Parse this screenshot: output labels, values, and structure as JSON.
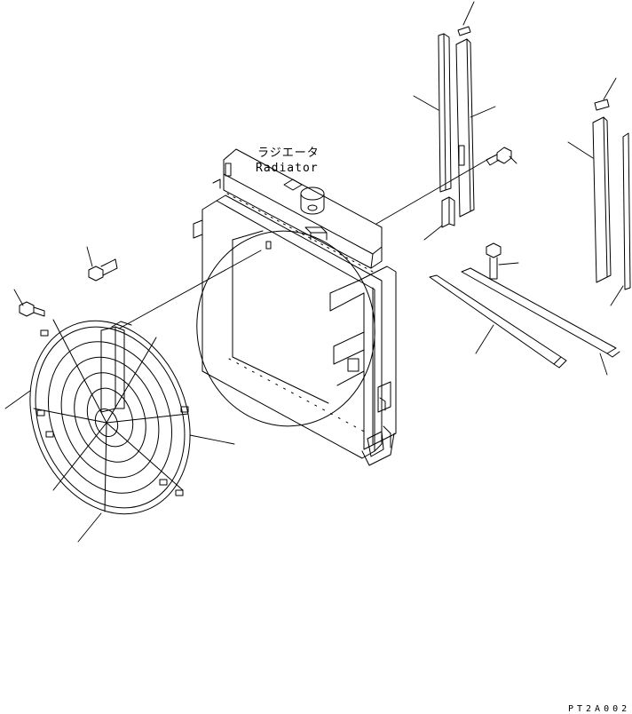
{
  "diagram": {
    "label_jp": "ラジエータ",
    "label_en": "Radiator",
    "drawing_code": "PT2A002",
    "colors": {
      "ink": "#000000",
      "paper": "#ffffff"
    }
  }
}
